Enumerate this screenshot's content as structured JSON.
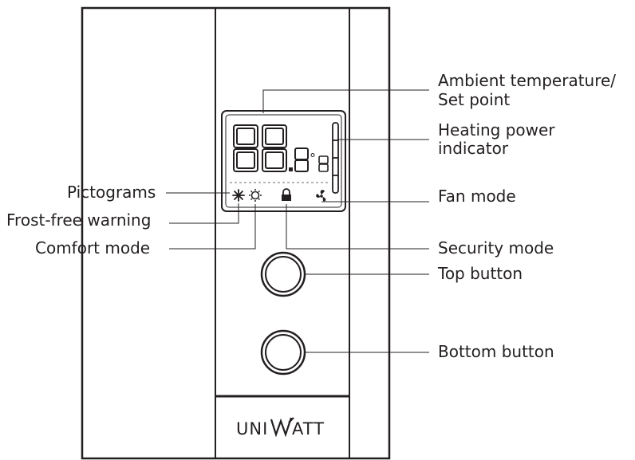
{
  "labels": {
    "ambient_line1": "Ambient temperature/",
    "ambient_line2": "Set point",
    "heating_line1": "Heating power",
    "heating_line2": "indicator",
    "pictograms": "Pictograms",
    "frost": "Frost-free warning",
    "fan": "Fan mode",
    "comfort": "Comfort mode",
    "security": "Security mode",
    "top_button": "Top button",
    "bottom_button": "Bottom button"
  },
  "display": {
    "main_digits": "88",
    "decimal_digit": "8",
    "unit_digit": "8",
    "degree_symbol": "°"
  },
  "brand": {
    "prefix": "UNI",
    "suffix": "ATT"
  },
  "icons": [
    "snowflake-icon",
    "sun-icon",
    "lock-icon",
    "fan-icon"
  ],
  "colors": {
    "line": "#231f20",
    "dashed": "#8a8a8a",
    "background": "#ffffff"
  }
}
